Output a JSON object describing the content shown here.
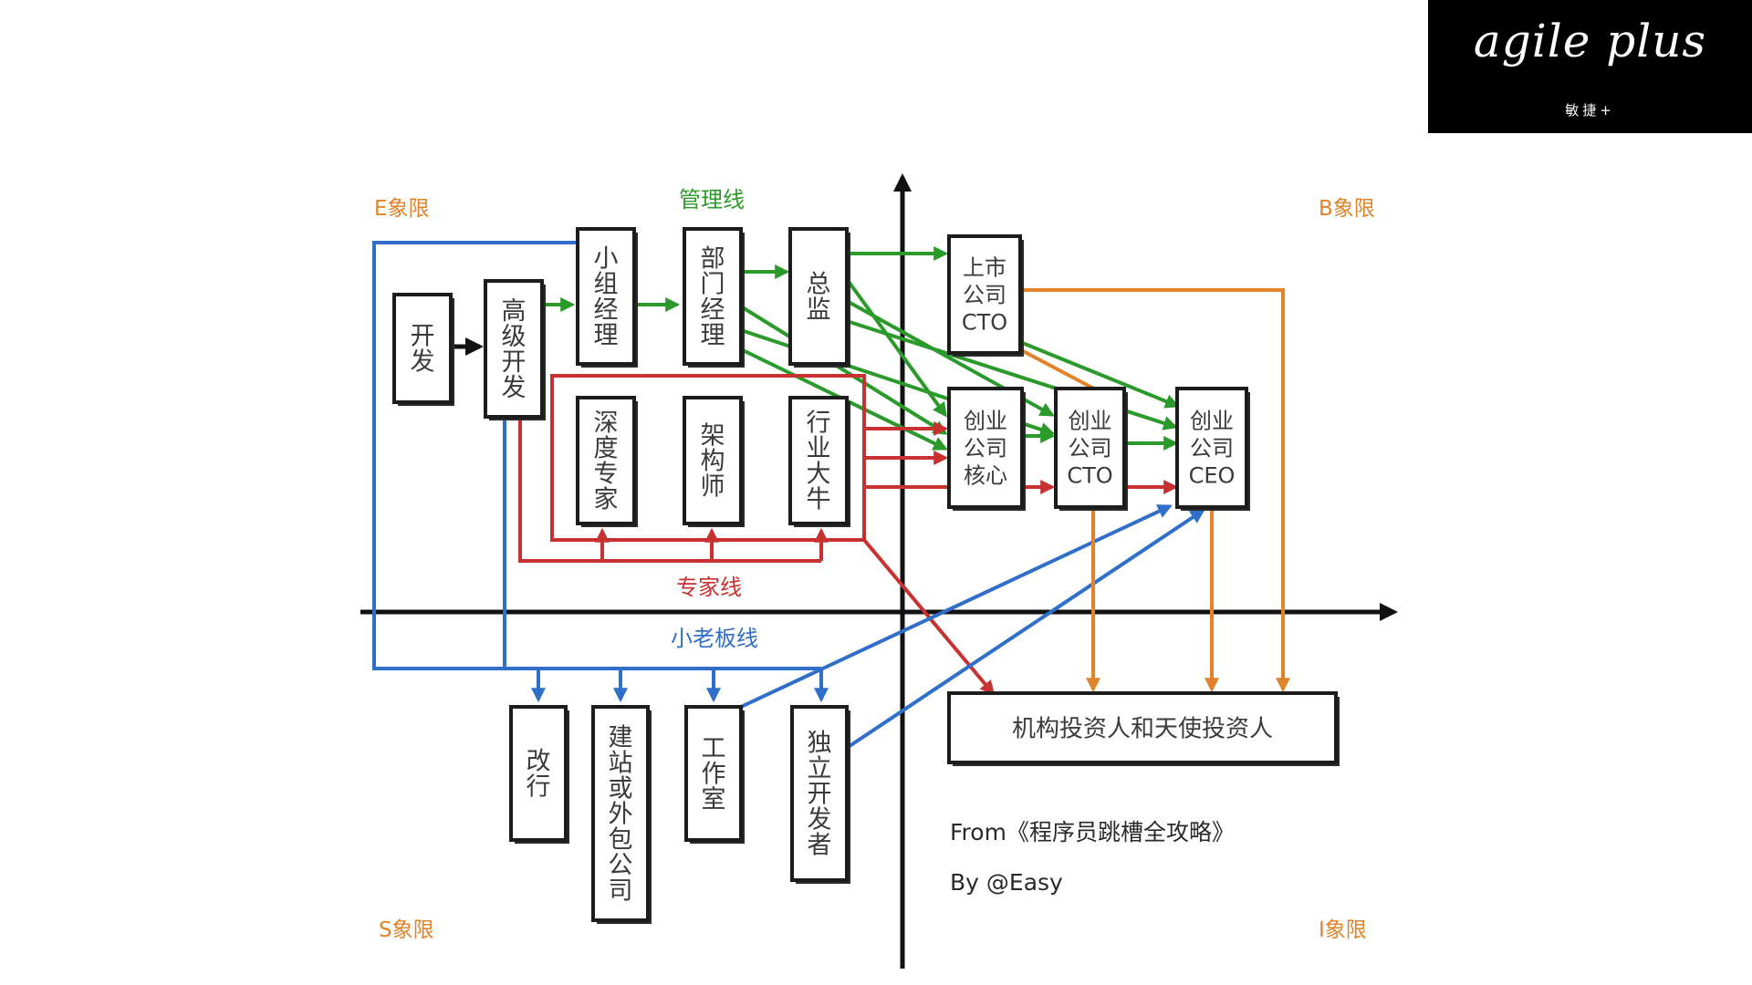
{
  "logo": {
    "main": "agile plus",
    "sub": "敏捷+"
  },
  "colors": {
    "management": "#2a9a2a",
    "expert": "#c93030",
    "boss": "#2f6fc9",
    "investor": "#e0832a",
    "quadrant_label": "#e0832a",
    "axis": "#111111",
    "box_border": "#1c1c1c",
    "box_text": "#3a3a3a"
  },
  "quadrants": {
    "E": "E象限",
    "B": "B象限",
    "S": "S象限",
    "I": "I象限"
  },
  "lines": {
    "management": "管理线",
    "expert": "专家线",
    "boss": "小老板线"
  },
  "boxes": {
    "dev": "开发",
    "senior": "高级开发",
    "team_mgr": "小组经理",
    "dept_mgr": "部门经理",
    "director": "总监",
    "deep_expert": "深度专家",
    "architect": "架构师",
    "industry_star": "行业大牛",
    "public_cto": "上市公司CTO",
    "startup_core": "创业公司核心",
    "startup_cto": "创业公司CTO",
    "startup_ceo": "创业公司CEO",
    "career_change": "改行",
    "outsourcing": "建站或外包公司",
    "studio": "工作室",
    "indie_dev": "独立开发者",
    "investor": "机构投资人和天使投资人"
  },
  "source": {
    "from": "From《程序员跳槽全攻略》",
    "by": "By @Easy"
  }
}
